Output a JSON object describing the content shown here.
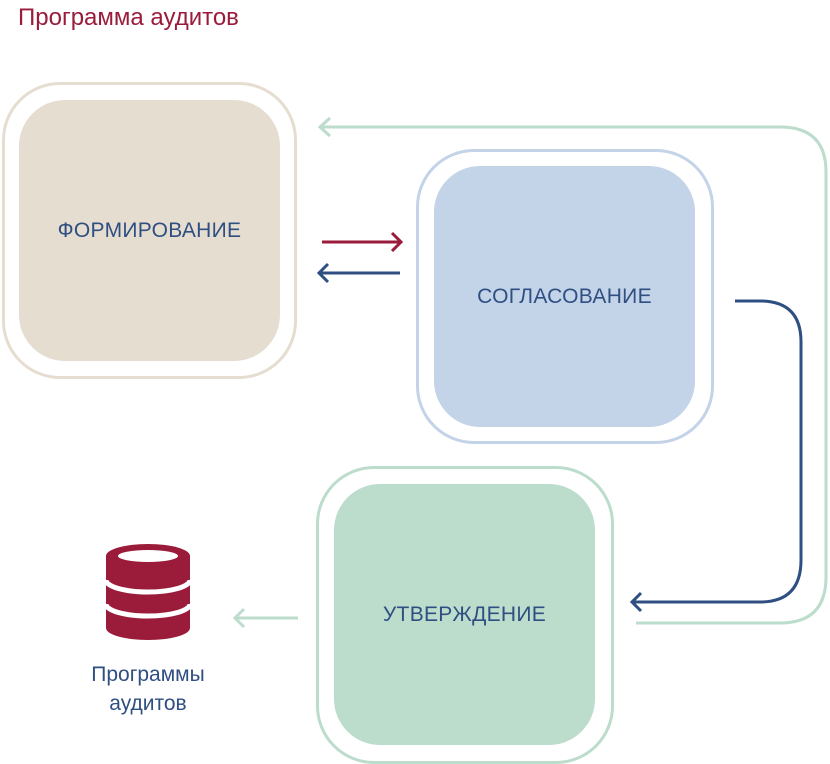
{
  "title": "Программа аудитов",
  "stages": {
    "formation": "ФОРМИРОВАНИЕ",
    "agreement": "СОГЛАСОВАНИЕ",
    "approval": "УТВЕРЖДЕНИЕ"
  },
  "storage": {
    "label_line1": "Программы",
    "label_line2": "аудитов"
  },
  "colors": {
    "accent_red": "#9b1b3a",
    "navy": "#2f4f82",
    "beige": "#e6ddd1",
    "light_blue": "#c3d3e8",
    "mint": "#bcdccc"
  },
  "icons": {
    "storage": "database-icon"
  }
}
